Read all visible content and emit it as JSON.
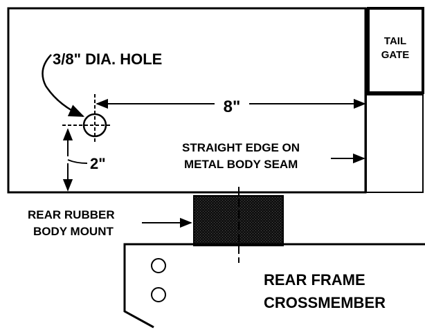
{
  "labels": {
    "hole": "3/8\" DIA. HOLE",
    "dim_horizontal": "8\"",
    "dim_vertical": "2\"",
    "straight_edge_1": "STRAIGHT EDGE ON",
    "straight_edge_2": "METAL BODY SEAM",
    "mount_1": "REAR RUBBER",
    "mount_2": "BODY MOUNT",
    "tailgate_1": "TAIL",
    "tailgate_2": "GATE",
    "frame_1": "REAR FRAME",
    "frame_2": "CROSSMEMBER"
  },
  "colors": {
    "line": "#000000",
    "mount_fill": "#1a1a1a",
    "background": "#ffffff"
  }
}
